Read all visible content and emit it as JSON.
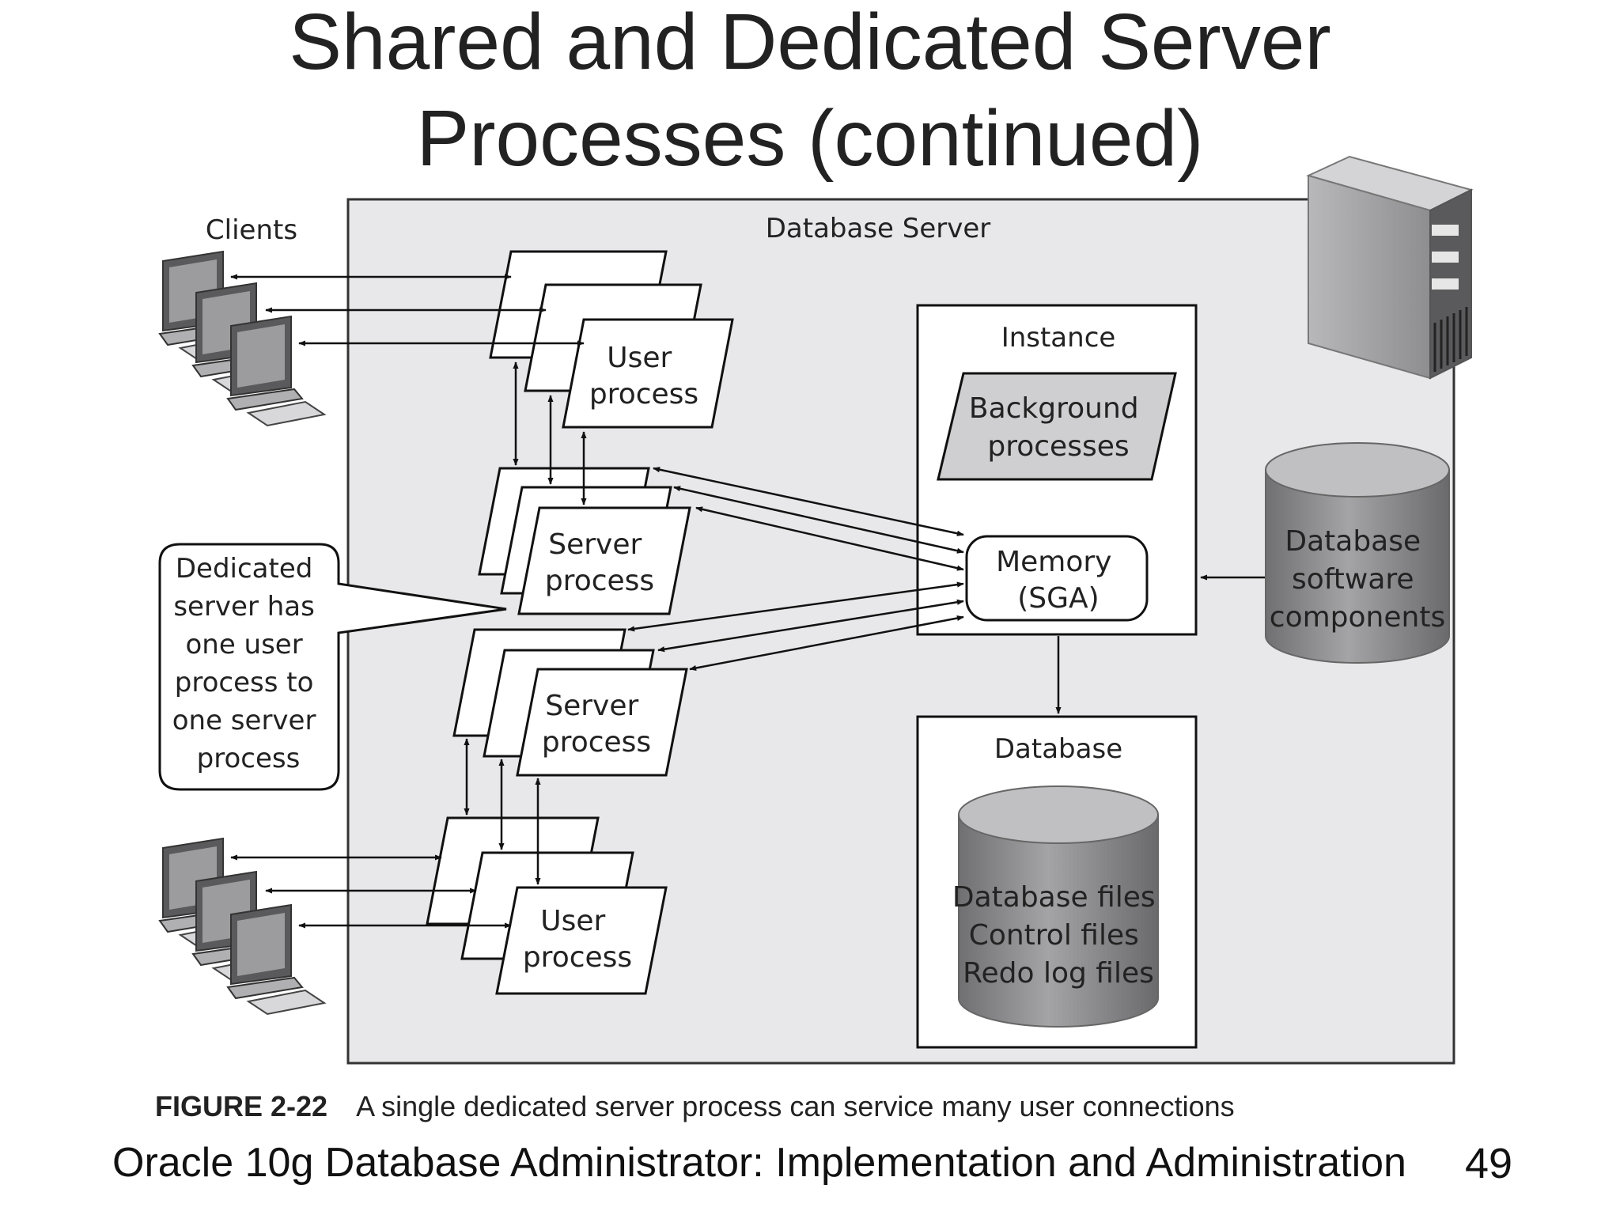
{
  "title": {
    "line1": "Shared and Dedicated Server",
    "line2": "Processes (continued)"
  },
  "diagram": {
    "clients_label": "Clients",
    "database_server_label": "Database Server",
    "user_process_top": [
      "User",
      "process"
    ],
    "server_process_top": [
      "Server",
      "process"
    ],
    "server_process_bottom": [
      "Server",
      "process"
    ],
    "user_process_bottom": [
      "User",
      "process"
    ],
    "callout": [
      "Dedicated",
      "server has",
      "one user",
      "process to",
      "one server",
      "process"
    ],
    "instance_label": "Instance",
    "background_processes": [
      "Background",
      "processes"
    ],
    "memory": [
      "Memory",
      "(SGA)"
    ],
    "database_label": "Database",
    "database_files": [
      "Database files",
      "Control files",
      "Redo log files"
    ],
    "software_components": [
      "Database",
      "software",
      "components"
    ],
    "icons": [
      "client-computer-icon",
      "server-tower-icon",
      "cylinder-storage-icon"
    ],
    "colors": {
      "server_area": "#e8e8ea",
      "background_box": "#cfcfd1",
      "cylinder": "#8e8e90"
    }
  },
  "caption": {
    "label": "FIGURE 2-22",
    "text": "A single dedicated server process can service many user connections"
  },
  "footer": {
    "text": "Oracle 10g Database Administrator: Implementation and Administration",
    "page": "49"
  }
}
